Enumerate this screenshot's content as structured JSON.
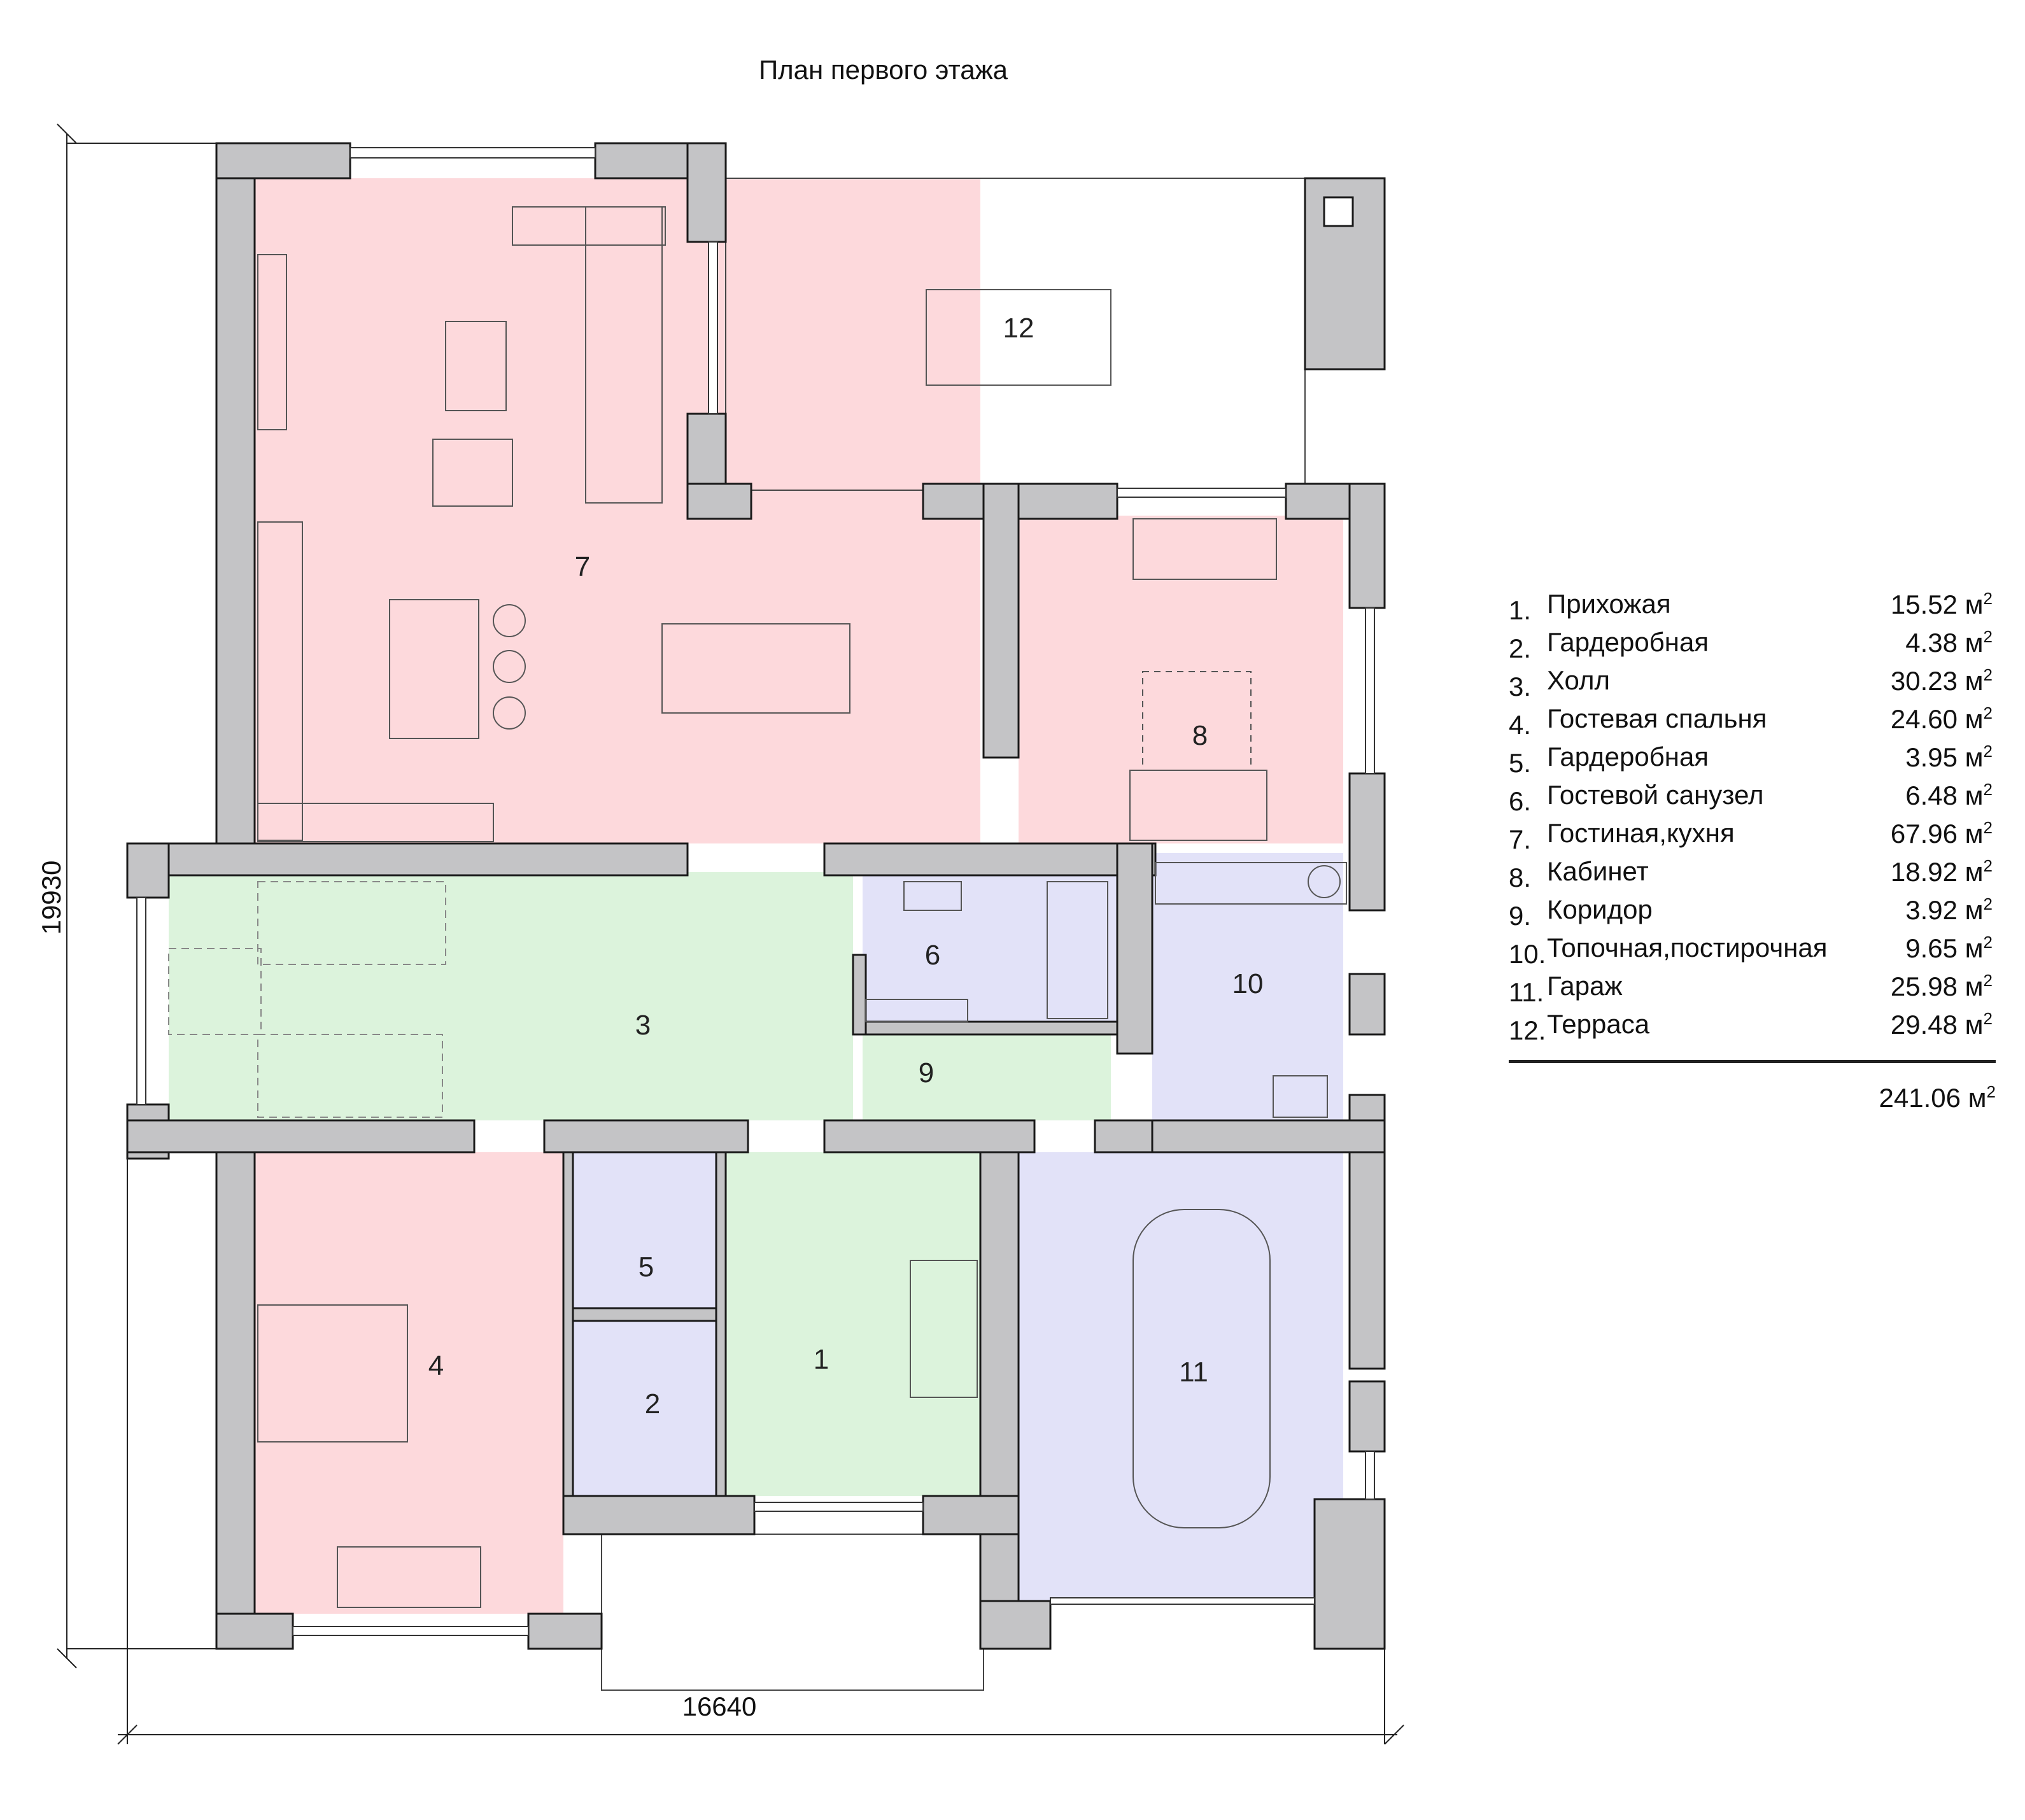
{
  "title": "План первого этажа",
  "dimensions": {
    "width": "16640",
    "height": "19930"
  },
  "area_unit": "м",
  "area_unit_sup": "2",
  "rooms": [
    {
      "num": "1.",
      "label": "1",
      "name": "Прихожая",
      "area": "15.52",
      "color": "#dcf3dc"
    },
    {
      "num": "2.",
      "label": "2",
      "name": "Гардеробная",
      "area": "4.38",
      "color": "#e2e2f8"
    },
    {
      "num": "3.",
      "label": "3",
      "name": "Холл",
      "area": "30.23",
      "color": "#dcf3dc"
    },
    {
      "num": "4.",
      "label": "4",
      "name": "Гостевая спальня",
      "area": "24.60",
      "color": "#fdd9dc"
    },
    {
      "num": "5.",
      "label": "5",
      "name": "Гардеробная",
      "area": "3.95",
      "color": "#e2e2f8"
    },
    {
      "num": "6.",
      "label": "6",
      "name": "Гостевой санузел",
      "area": "6.48",
      "color": "#e2e2f8"
    },
    {
      "num": "7.",
      "label": "7",
      "name": "Гостиная,кухня",
      "area": "67.96",
      "color": "#fdd9dc"
    },
    {
      "num": "8.",
      "label": "8",
      "name": "Кабинет",
      "area": "18.92",
      "color": "#fdd9dc"
    },
    {
      "num": "9.",
      "label": "9",
      "name": "Коридор",
      "area": "3.92",
      "color": "#dcf3dc"
    },
    {
      "num": "10.",
      "label": "10",
      "name": "Топочная,постирочная",
      "area": "9.65",
      "color": "#e2e2f8"
    },
    {
      "num": "11.",
      "label": "11",
      "name": "Гараж",
      "area": "25.98",
      "color": "#e2e2f8"
    },
    {
      "num": "12.",
      "label": "12",
      "name": "Терраса",
      "area": "29.48",
      "color": "#ffffff"
    }
  ],
  "total_area": "241.06",
  "colors": {
    "wall": "#c4c4c6",
    "wall_outline": "#1a1a1a",
    "line": "#222222"
  }
}
